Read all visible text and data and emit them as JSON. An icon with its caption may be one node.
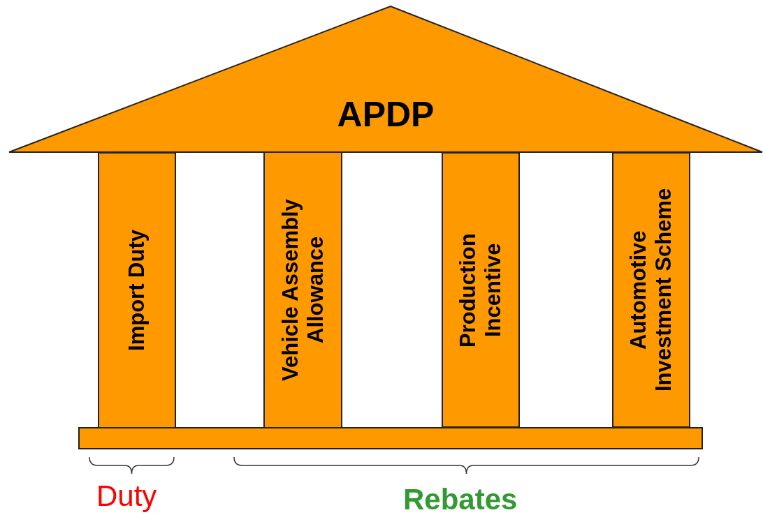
{
  "diagram": {
    "nodes": [
      {
        "text": [
          "APDP"
        ]
      },
      {
        "text": [
          "Import Duty"
        ]
      },
      {
        "text": [
          "Vehicle Assembly Allowance"
        ]
      },
      {
        "text": [
          "Production Incentive"
        ]
      },
      {
        "text": [
          "Automotive Investment Scheme"
        ]
      },
      {
        "text": [],
        "shape": "bar"
      }
    ],
    "labels": [
      "Duty",
      "Rebates"
    ]
  }
}
